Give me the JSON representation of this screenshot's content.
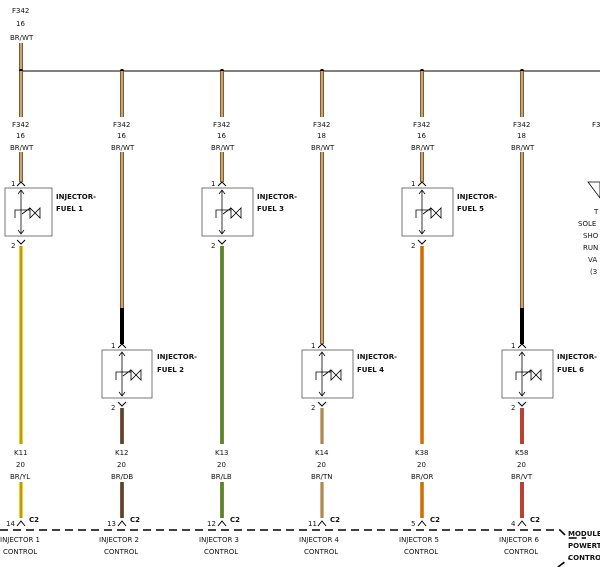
{
  "top_feed": {
    "circuit": "F342",
    "gauge": "16",
    "color": "BR/WT"
  },
  "drops": [
    {
      "circuit": "F342",
      "gauge": "16",
      "color": "BR/WT"
    },
    {
      "circuit": "F342",
      "gauge": "16",
      "color": "BR/WT"
    },
    {
      "circuit": "F342",
      "gauge": "16",
      "color": "BR/WT"
    },
    {
      "circuit": "F342",
      "gauge": "18",
      "color": "BR/WT"
    },
    {
      "circuit": "F342",
      "gauge": "16",
      "color": "BR/WT"
    },
    {
      "circuit": "F342",
      "gauge": "18",
      "color": "BR/WT"
    }
  ],
  "offscreen_drop": {
    "circuit": "F3"
  },
  "injectors": [
    {
      "title_line1": "INJECTOR-",
      "title_line2": "FUEL 1",
      "pin_top": "1",
      "pin_bottom": "2"
    },
    {
      "title_line1": "INJECTOR-",
      "title_line2": "FUEL 2",
      "pin_top": "1",
      "pin_bottom": "2"
    },
    {
      "title_line1": "INJECTOR-",
      "title_line2": "FUEL 3",
      "pin_top": "1",
      "pin_bottom": "2"
    },
    {
      "title_line1": "INJECTOR-",
      "title_line2": "FUEL 4",
      "pin_top": "1",
      "pin_bottom": "2"
    },
    {
      "title_line1": "INJECTOR-",
      "title_line2": "FUEL 5",
      "pin_top": "1",
      "pin_bottom": "2"
    },
    {
      "title_line1": "INJECTOR-",
      "title_line2": "FUEL 6",
      "pin_top": "1",
      "pin_bottom": "2"
    }
  ],
  "outputs": [
    {
      "circuit": "K11",
      "gauge": "20",
      "color": "BR/YL",
      "pin": "14",
      "connector": "C2",
      "label_line1": "INJECTOR 1",
      "label_line2": "CONTROL"
    },
    {
      "circuit": "K12",
      "gauge": "20",
      "color": "BR/DB",
      "pin": "13",
      "connector": "C2",
      "label_line1": "INJECTOR 2",
      "label_line2": "CONTROL"
    },
    {
      "circuit": "K13",
      "gauge": "20",
      "color": "BR/LB",
      "pin": "12",
      "connector": "C2",
      "label_line1": "INJECTOR 3",
      "label_line2": "CONTROL"
    },
    {
      "circuit": "K14",
      "gauge": "20",
      "color": "BR/TN",
      "pin": "11",
      "connector": "C2",
      "label_line1": "INJECTOR 4",
      "label_line2": "CONTROL"
    },
    {
      "circuit": "K38",
      "gauge": "20",
      "color": "BR/OR",
      "pin": "5",
      "connector": "C2",
      "label_line1": "INJECTOR 5",
      "label_line2": "CONTROL"
    },
    {
      "circuit": "K58",
      "gauge": "20",
      "color": "BR/VT",
      "pin": "4",
      "connector": "C2",
      "label_line1": "INJECTOR 6",
      "label_line2": "CONTROL"
    }
  ],
  "module_label": {
    "line1": "MODULE",
    "line2": "POWERT",
    "line3": "CONTRO"
  },
  "side_note": [
    "T",
    "SOLE",
    "SHO",
    "RUN",
    "VA",
    "(3"
  ],
  "wire_colors": {
    "brown": "#8a5a1c",
    "white": "#f2f2f2",
    "yellow": "#f2d21a",
    "dark_blue": "#1a2a8c",
    "light_blue": "#4fa3d8",
    "green": "#5a9a3a",
    "tan": "#d2b48c",
    "orange": "#f08a1e",
    "violet": "#8c3aa8",
    "red": "#c83a3a",
    "black": "#000000"
  }
}
